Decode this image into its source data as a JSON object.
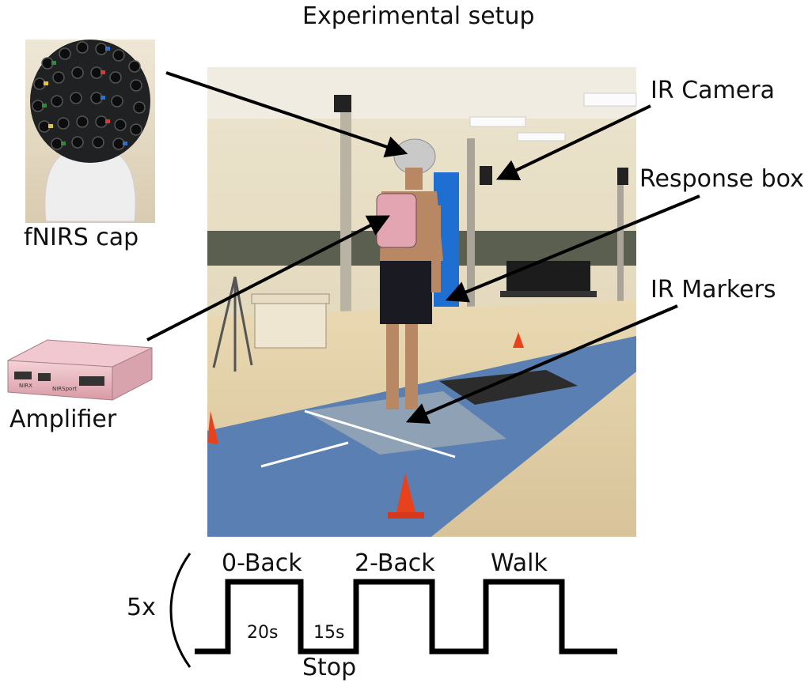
{
  "title": "Experimental setup",
  "labels": {
    "fnirs_cap": "fNIRS cap",
    "amplifier": "Amplifier",
    "ir_camera": "IR Camera",
    "response_box": "Response box",
    "ir_markers": "IR Markers"
  },
  "timeline": {
    "repeat": "5x",
    "blocks": [
      "0-Back",
      "2-Back",
      "Walk"
    ],
    "active_duration": "20s",
    "rest_duration": "15s",
    "rest_label": "Stop"
  },
  "device_text": {
    "amplifier_brand": "NIRX",
    "amplifier_model": "NIRSport"
  },
  "colors": {
    "text": "#111111",
    "arrow": "#000000",
    "floor_mat": "#5a7fb3",
    "wall": "#e8dcc0",
    "wall_stripe": "#5b5f4f",
    "cone": "#e8421c",
    "amplifier_body": "#e9b8c0"
  }
}
